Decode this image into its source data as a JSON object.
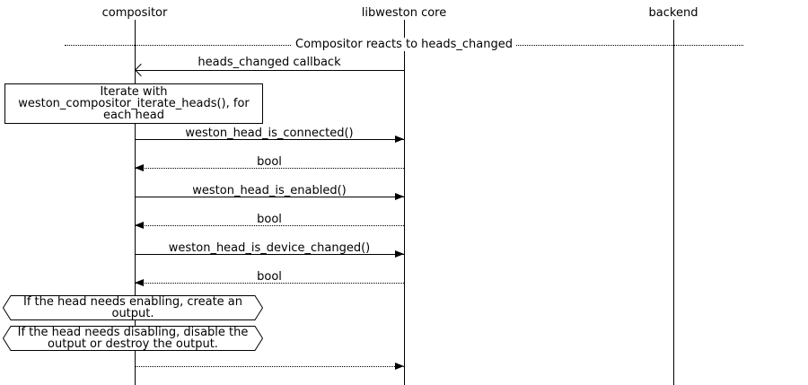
{
  "participants": [
    {
      "label": "compositor"
    },
    {
      "label": "libweston core"
    },
    {
      "label": "backend"
    }
  ],
  "divider": {
    "label": "Compositor reacts to heads_changed"
  },
  "messages": [
    {
      "from": "libweston core",
      "to": "compositor",
      "label": "heads_changed callback",
      "line": "solid",
      "arrowhead": "open"
    },
    {
      "from": "compositor",
      "to": "libweston core",
      "label": "weston_head_is_connected()",
      "line": "solid",
      "arrowhead": "filled"
    },
    {
      "from": "libweston core",
      "to": "compositor",
      "label": "bool",
      "line": "dotted",
      "arrowhead": "filled"
    },
    {
      "from": "compositor",
      "to": "libweston core",
      "label": "weston_head_is_enabled()",
      "line": "solid",
      "arrowhead": "filled"
    },
    {
      "from": "libweston core",
      "to": "compositor",
      "label": "bool",
      "line": "dotted",
      "arrowhead": "filled"
    },
    {
      "from": "compositor",
      "to": "libweston core",
      "label": "weston_head_is_device_changed()",
      "line": "solid",
      "arrowhead": "filled"
    },
    {
      "from": "libweston core",
      "to": "compositor",
      "label": "bool",
      "line": "dotted",
      "arrowhead": "filled"
    },
    {
      "from": "compositor",
      "to": "libweston core",
      "label": "",
      "line": "dotted",
      "arrowhead": "filled"
    }
  ],
  "notes": {
    "iterate": "Iterate with\nweston_compositor_iterate_heads(), for\neach head",
    "enabling": "If the head needs enabling, create an\noutput.",
    "disabling": "If the head needs disabling, disable the\noutput or destroy the output."
  },
  "colors": {
    "line": "#000000",
    "background": "#ffffff"
  }
}
